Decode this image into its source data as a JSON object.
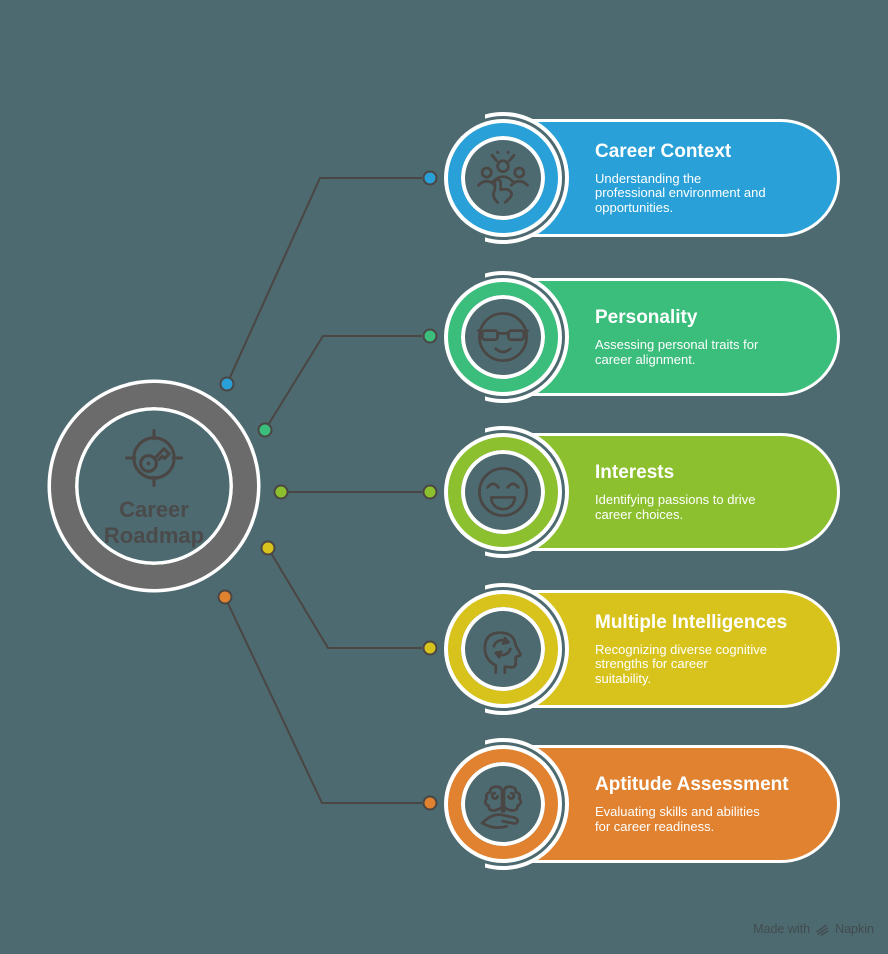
{
  "page": {
    "background": "#4d6a70",
    "line_color": "#4a4644",
    "card_border_color": "#ffffff",
    "watermark": {
      "prefix": "Made with",
      "brand": "Napkin"
    }
  },
  "hub": {
    "title": "Career\nRoadmap",
    "ring_color": "#6b6b6b",
    "text_color": "#4b4b4b",
    "icon": "target-key-icon"
  },
  "nodes": [
    {
      "title": "Career Context",
      "description": "Understanding the\nprofessional environment and\nopportunities.",
      "color": "#29a1d8",
      "icon": "team-select-icon"
    },
    {
      "title": "Personality",
      "description": "Assessing personal traits for\ncareer alignment.",
      "color": "#3bbd7c",
      "icon": "cool-face-icon"
    },
    {
      "title": "Interests",
      "description": "Identifying passions to drive\ncareer choices.",
      "color": "#8cc02f",
      "icon": "laughing-face-icon"
    },
    {
      "title": "Multiple Intelligences",
      "description": "Recognizing diverse cognitive\nstrengths for career\nsuitability.",
      "color": "#d8c31c",
      "icon": "head-cycle-icon"
    },
    {
      "title": "Aptitude Assessment",
      "description": "Evaluating skills and abilities\nfor career readiness.",
      "color": "#e08230",
      "icon": "brain-hand-icon"
    }
  ]
}
